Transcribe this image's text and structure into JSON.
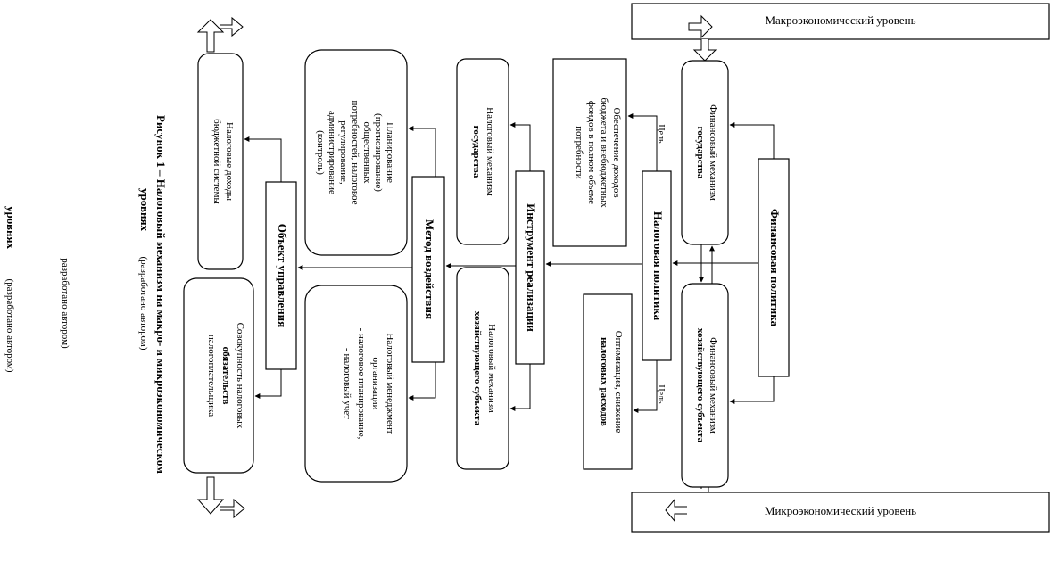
{
  "levels": {
    "macro": "Макроэкономический уровень",
    "micro": "Микроэкономический уровень"
  },
  "columns": {
    "financial_policy": "Финансовая политика",
    "tax_policy": "Налоговая политика",
    "instrument": "Инструмент реализации",
    "method": "Метод воздействия",
    "object": "Объект управления"
  },
  "boxes": {
    "fin_state": [
      "Финансовый механизм",
      "государства"
    ],
    "fin_entity": [
      "Финансовый механизм",
      "хозяйствующего субъекта"
    ],
    "goal_state": [
      "Обеспечение доходов",
      "бюджета и внебюджетных",
      "фондов в полном объеме",
      "потребности"
    ],
    "goal_entity": [
      "Оптимизация, снижение",
      "налоговых расходов"
    ],
    "tax_state": [
      "Налоговый механизм",
      "государства"
    ],
    "tax_entity": [
      "Налоговый механизм",
      "хозяйствующего субъекта"
    ],
    "method_state": [
      "Планирование",
      "(прогнозирование)",
      "общественных",
      "потребностей, налоговое",
      "регулирование,",
      "администрирование",
      "(контроль)"
    ],
    "method_entity": [
      "Налоговый менеджмент",
      "организации",
      "- налоговое планирование,",
      "- налоговый учет"
    ],
    "object_state": [
      "Налоговые доходы",
      "бюджетной системы"
    ],
    "object_entity": [
      "Совокупность налоговых",
      "обязательств",
      "налогоплательщика"
    ]
  },
  "edge_labels": {
    "goal_top": "Цель",
    "goal_bottom": "Цель"
  },
  "caption": {
    "line1": "Рисунок 1 – Налоговый механизм на макро- и микроэкономическом",
    "line2": "уровнях",
    "line2_note": "(разработано автором)",
    "fragment1": "разработано автором)",
    "fragment2a": "уровнях",
    "fragment2b": "(разработано автором)"
  }
}
